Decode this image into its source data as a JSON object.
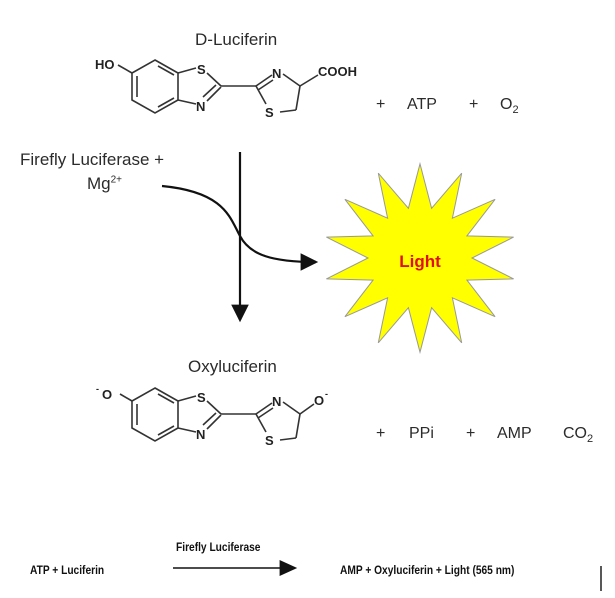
{
  "top": {
    "title": "D-Luciferin",
    "group_left": "HO",
    "group_right": "COOH",
    "atoms": {
      "s1": "S",
      "n1": "N",
      "n2": "N",
      "s2": "S"
    },
    "plus1": "+",
    "atp": "ATP",
    "plus2": "+",
    "o2_base": "O",
    "o2_sub": "2"
  },
  "enzyme": {
    "line1": "Firefly Luciferase +",
    "mg_base": "Mg",
    "mg_sup": "2+"
  },
  "light": {
    "label": "Light",
    "star_color": "#ffff00",
    "label_color": "#e01010"
  },
  "bottom": {
    "title": "Oxyluciferin",
    "group_left_o": "O",
    "group_left_charge": "-",
    "group_right_o": "O",
    "group_right_charge": "-",
    "atoms": {
      "s1": "S",
      "n1": "N",
      "n2": "N",
      "s2": "S"
    },
    "plus1": "+",
    "ppi": "PPi",
    "plus2": "+",
    "amp": "AMP",
    "co2_base": "CO",
    "co2_sub": "2"
  },
  "equation": {
    "left": "ATP + Luciferin",
    "arrow_label": "Firefly Luciferase",
    "right": "AMP + Oxyluciferin + Light (565 nm)"
  }
}
